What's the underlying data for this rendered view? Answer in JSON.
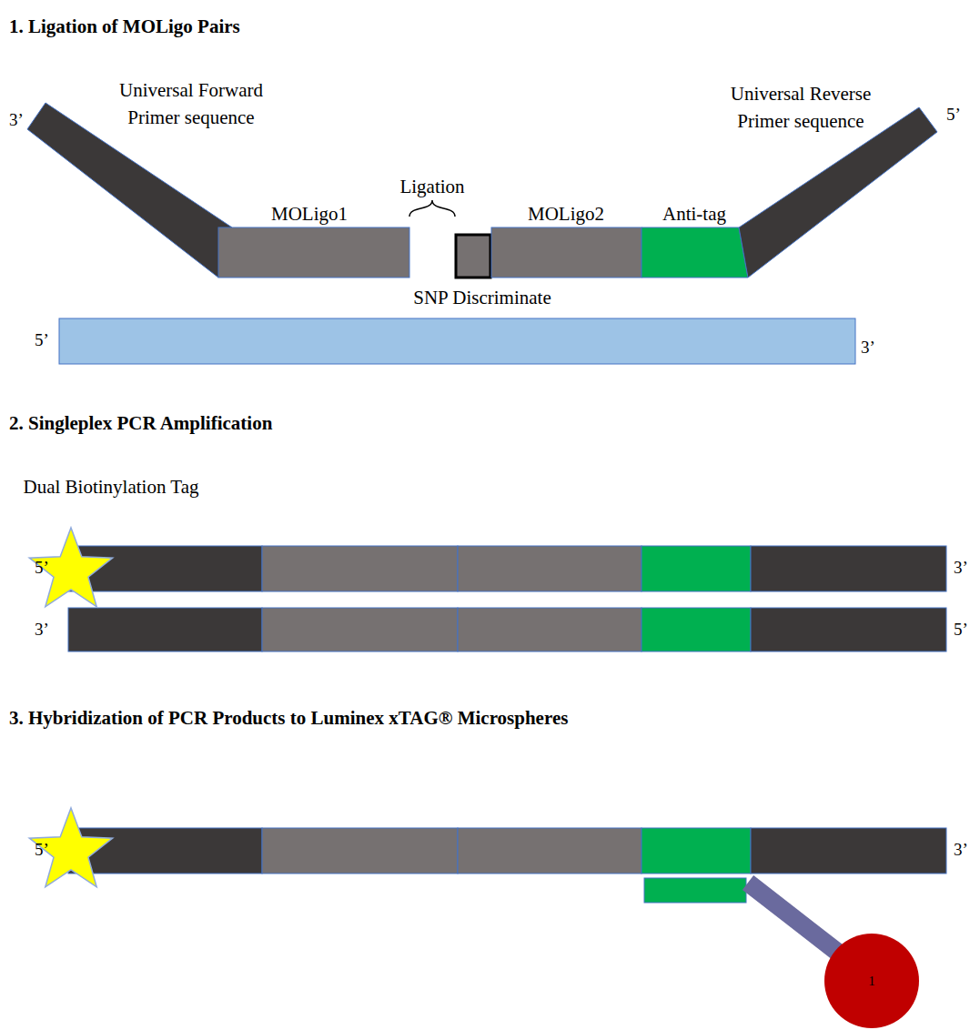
{
  "diagram": {
    "nodes": [
      {
        "text": [
          "1"
        ]
      }
    ],
    "labels": [
      "1. Ligation of MOLigo Pairs",
      "3’",
      "Universal Forward Primer sequence",
      "Ligation",
      "MOLigo1",
      "MOLigo2",
      "Anti-tag",
      "Universal Reverse Primer sequence",
      "5’",
      "SNP Discriminate",
      "5’",
      "3’",
      "2. Singleplex PCR Amplification",
      "Dual Biotinylation Tag",
      "5’",
      "3’",
      "3’",
      "5’",
      "3. Hybridization of PCR Products to Luminex xTAG® Microspheres",
      "5’",
      "3’"
    ]
  }
}
